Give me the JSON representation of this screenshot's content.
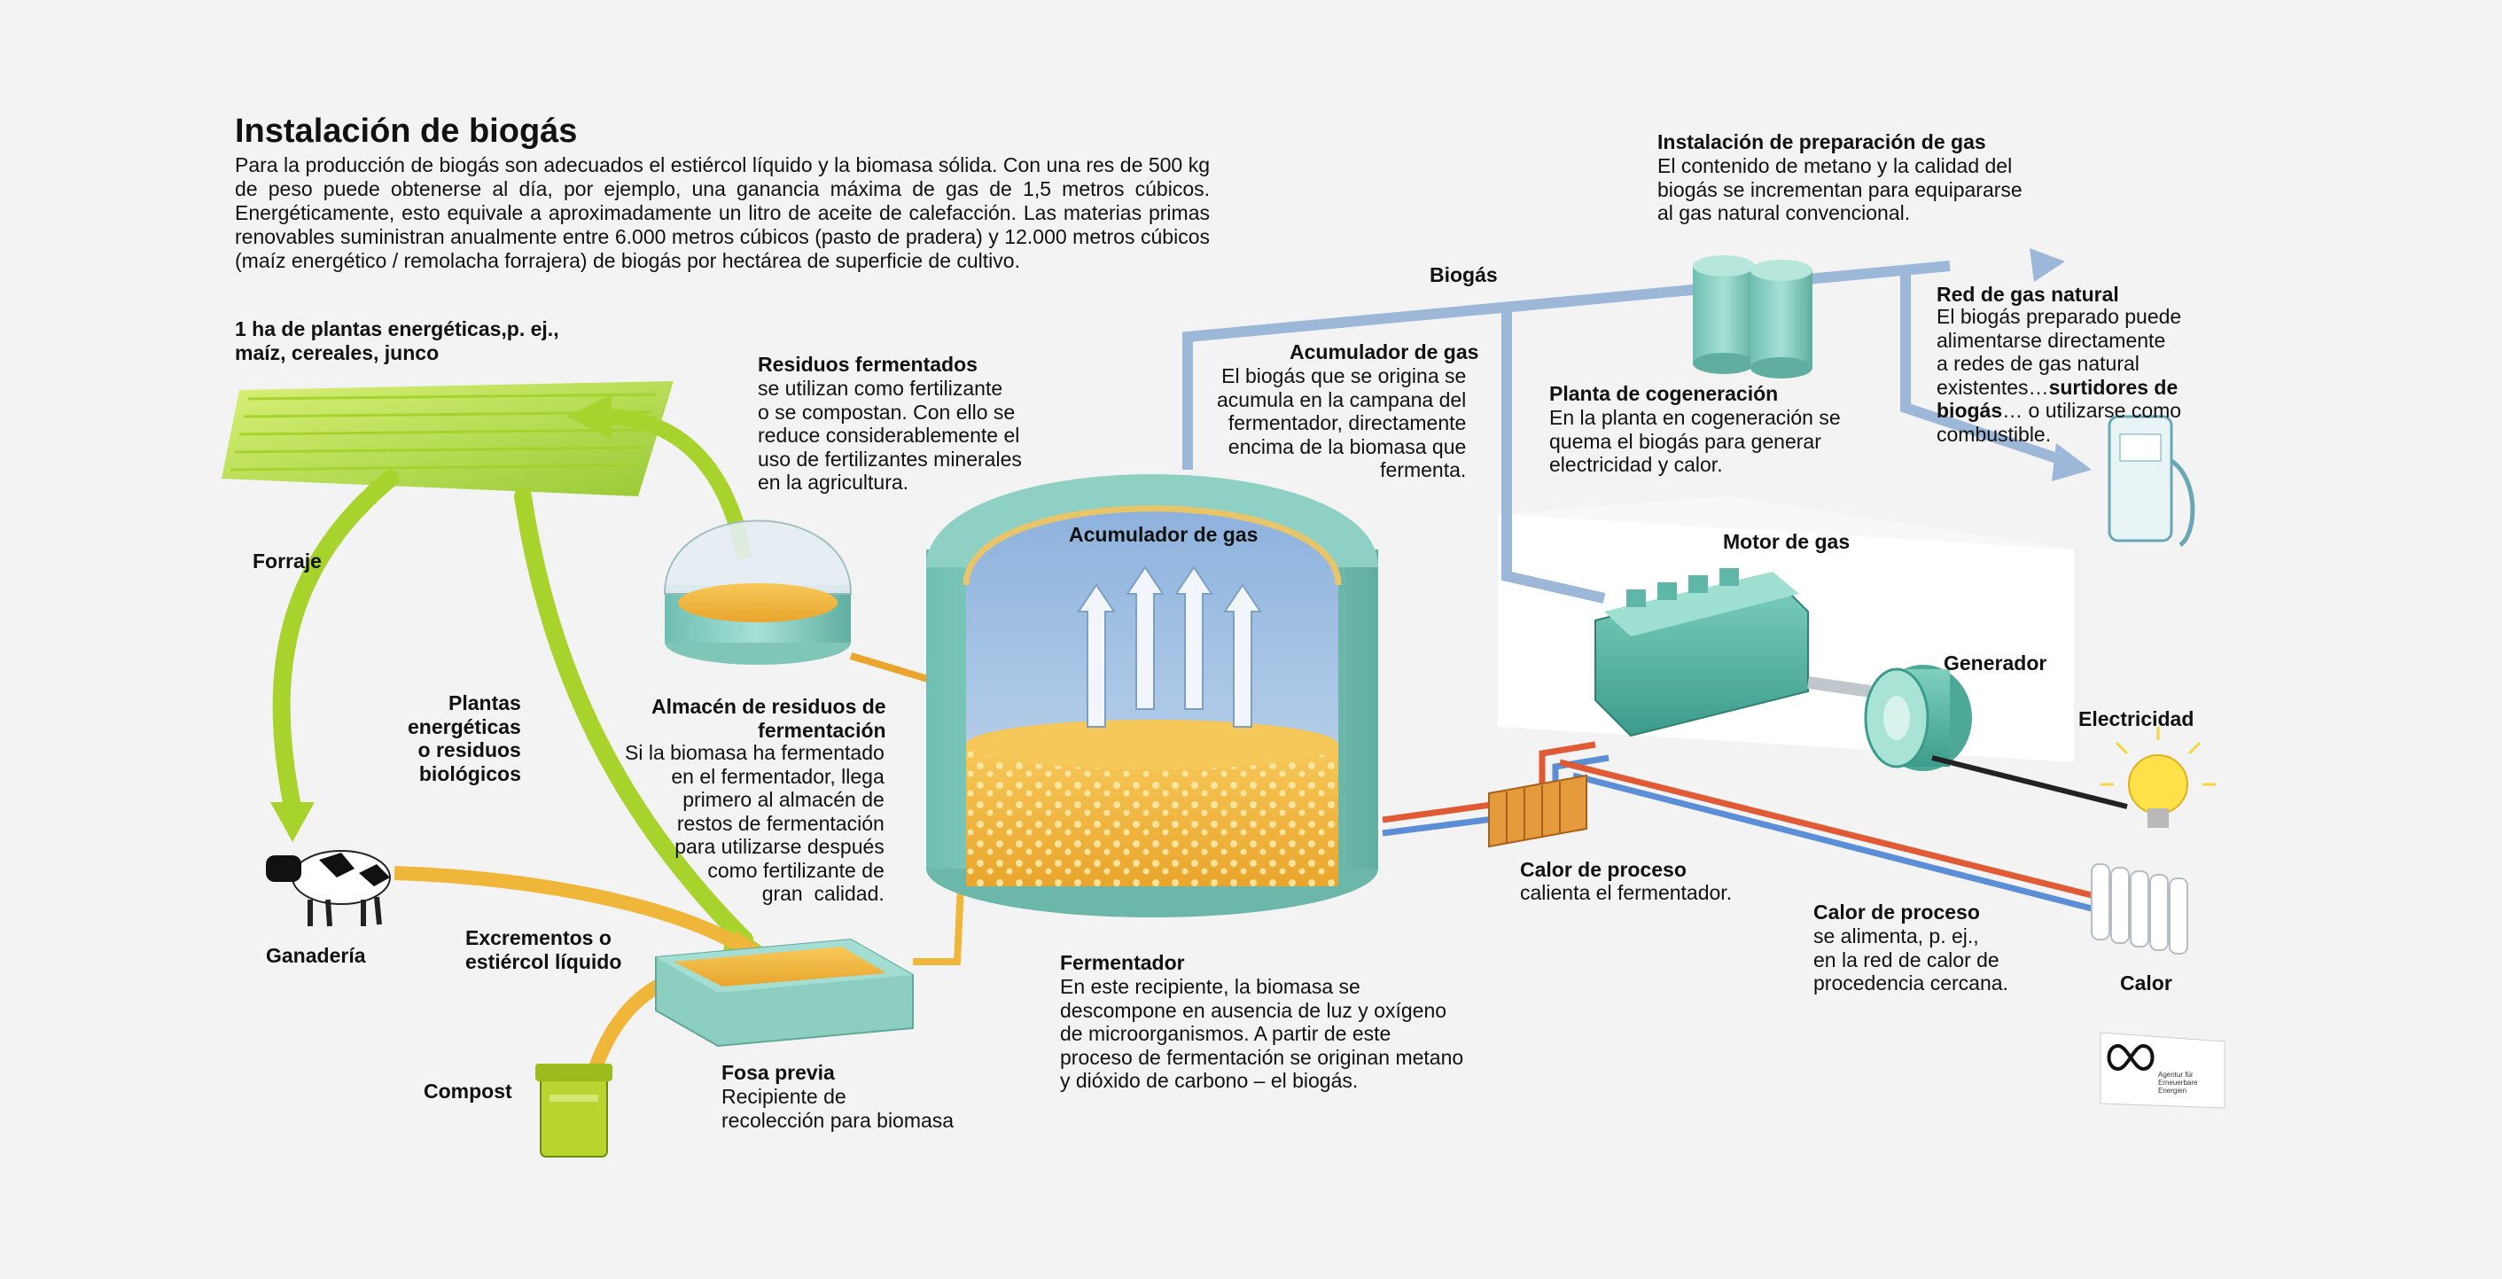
{
  "title": "Instalación de biogás",
  "intro": "Para la producción de biogás son adecuados el estiércol líquido y la biomasa sólida. Con una res de 500 kg de peso puede obtenerse al día, por ejemplo, una ganancia máxima de gas de 1,5 metros cúbicos. Energéticamente, esto equivale a aproximadamente un litro de aceite de calefacción. Las materias primas renovables suministran anualmente entre 6.000 metros cúbicos (pasto de pradera) y 12.000 metros cúbicos (maíz energético / remolacha forrajera) de biogás por hectárea de superficie de cultivo.",
  "labels": {
    "energy_crops": "1 ha de plantas energéticas,p. ej.,\nmaíz, cereales, junco",
    "forraje": "Forraje",
    "plants_waste": "Plantas\nenergéticas\no residuos\nbiológicos",
    "ganaderia": "Ganadería",
    "excrementos": "Excrementos o\nestiércol líquido",
    "compost": "Compost",
    "fosa_title": "Fosa previa",
    "fosa_text": "Recipiente de\nrecolección para biomasa",
    "residuos_title": "Residuos fermentados",
    "residuos_text": "se utilizan como fertilizante\no se compostan. Con ello se\nreduce considerablemente el\nuso de fertilizantes minerales\nen la agricultura.",
    "almacen_title": "Almacén de residuos de\nfermentación",
    "almacen_text": "Si la biomasa ha fermentado\nen el fermentador, llega\nprimero al almacén de\nrestos de fermentación\npara utilizarse después\ncomo fertilizante de\ngran  calidad.",
    "acum_inner": "Acumulador de gas",
    "fermentador_title": "Fermentador",
    "fermentador_text": "En este recipiente, la biomasa se\ndescompone en ausencia de luz y oxígeno\nde microorganismos. A partir de este\nproceso de fermentación se originan metano\ny dióxido de carbono – el biogás.",
    "acum_title": "Acumulador de gas",
    "acum_text": "El biogás que se origina se\nacumula en la campana del\nfermentador, directamente\nencima de la biomasa que\nfermenta.",
    "biogas": "Biogás",
    "prep_title": "Instalación de preparación de gas",
    "prep_text": "El contenido de metano y la calidad del\nbiogás se incrementan para equipararse\nal gas natural convencional.",
    "red_title": "Red de gas natural",
    "red_text_1": "El biogás preparado puede\nalimentarse directamente\na redes de gas natural\nexistentes…",
    "red_bold": "surtidores de\nbiogás",
    "red_text_2": "… o utilizarse como\ncombustible.",
    "cogen_title": "Planta de cogeneración",
    "cogen_text": "En la planta en cogeneración se\nquema el biogás para generar\nelectricidad y calor.",
    "motor": "Motor de gas",
    "generador": "Generador",
    "electricidad": "Electricidad",
    "calor_proceso1_title": "Calor de proceso",
    "calor_proceso1_text": "calienta el fermentador.",
    "calor_proceso2_title": "Calor de proceso",
    "calor_proceso2_text": "se alimenta, p. ej.,\nen la red de calor de\nprocedencia cercana.",
    "calor": "Calor",
    "logo_text": "Agentur für\nErneuerbare\nEnergien"
  },
  "icons": [
    "energy-crop-field",
    "cow-icon",
    "compost-bin-icon",
    "pre-pit-icon",
    "fermenter-icon",
    "residue-storage-icon",
    "gas-prep-tanks-icon",
    "gas-pump-icon",
    "gas-engine-icon",
    "generator-icon",
    "light-bulb-icon",
    "radiator-icon",
    "heat-exchanger-icon",
    "agency-logo-icon"
  ],
  "colors": {
    "crop": "#b6e03a",
    "arrow_green": "#a8d22c",
    "arrow_orange": "#f0b63a",
    "biomass": "#f2b437",
    "tank": "#8fd0c4",
    "gas": "#a9c8e8",
    "pipe_blue": "#9db7d8",
    "pipe_red": "#e05a35",
    "bulb": "#ffe24a"
  }
}
